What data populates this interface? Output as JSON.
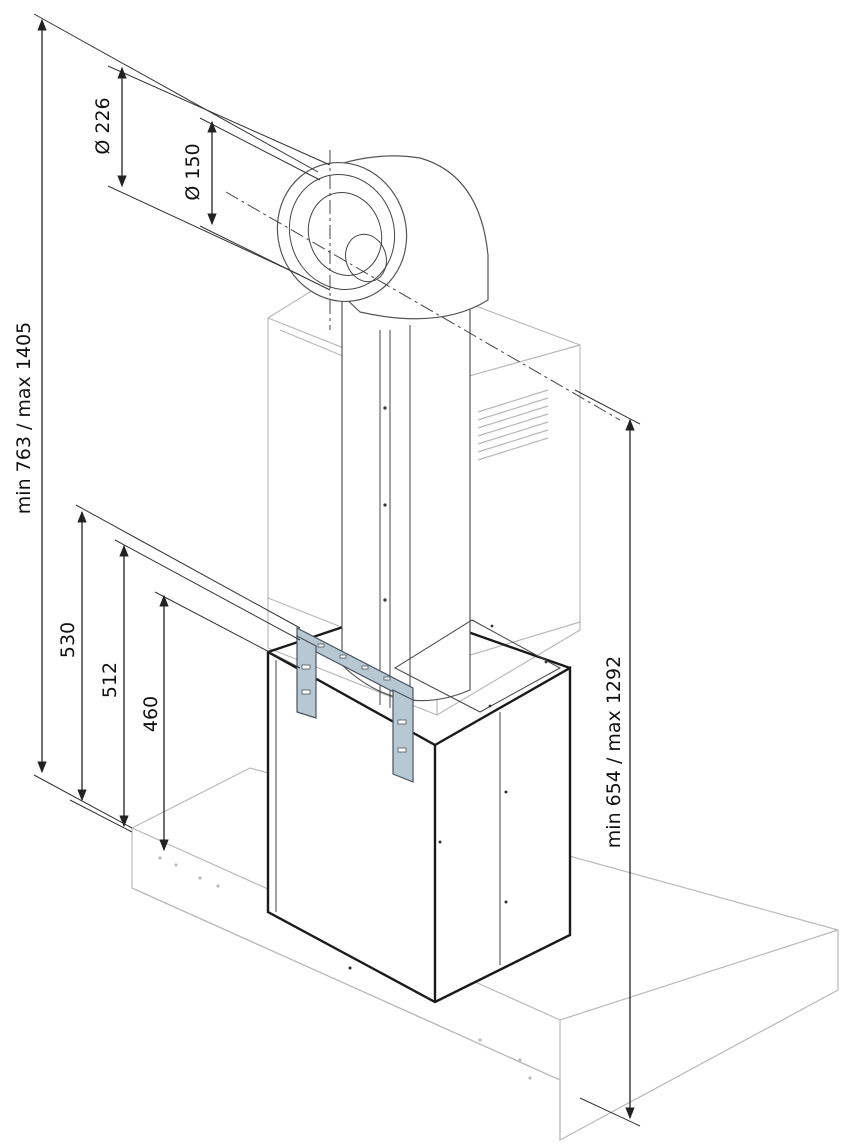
{
  "dimensions": {
    "overall_height": "min 763 / max 1405",
    "lower_height": "min 654 / max 1292",
    "outer_diameter": "Ø 226",
    "inner_diameter": "Ø 150",
    "bracket_top": "530",
    "bracket_mid": "512",
    "bracket_low": "460"
  },
  "colors": {
    "bracket": "#b8c8d2",
    "ghost_line": "#b9b9b9",
    "solid_line": "#1a1a1a"
  }
}
